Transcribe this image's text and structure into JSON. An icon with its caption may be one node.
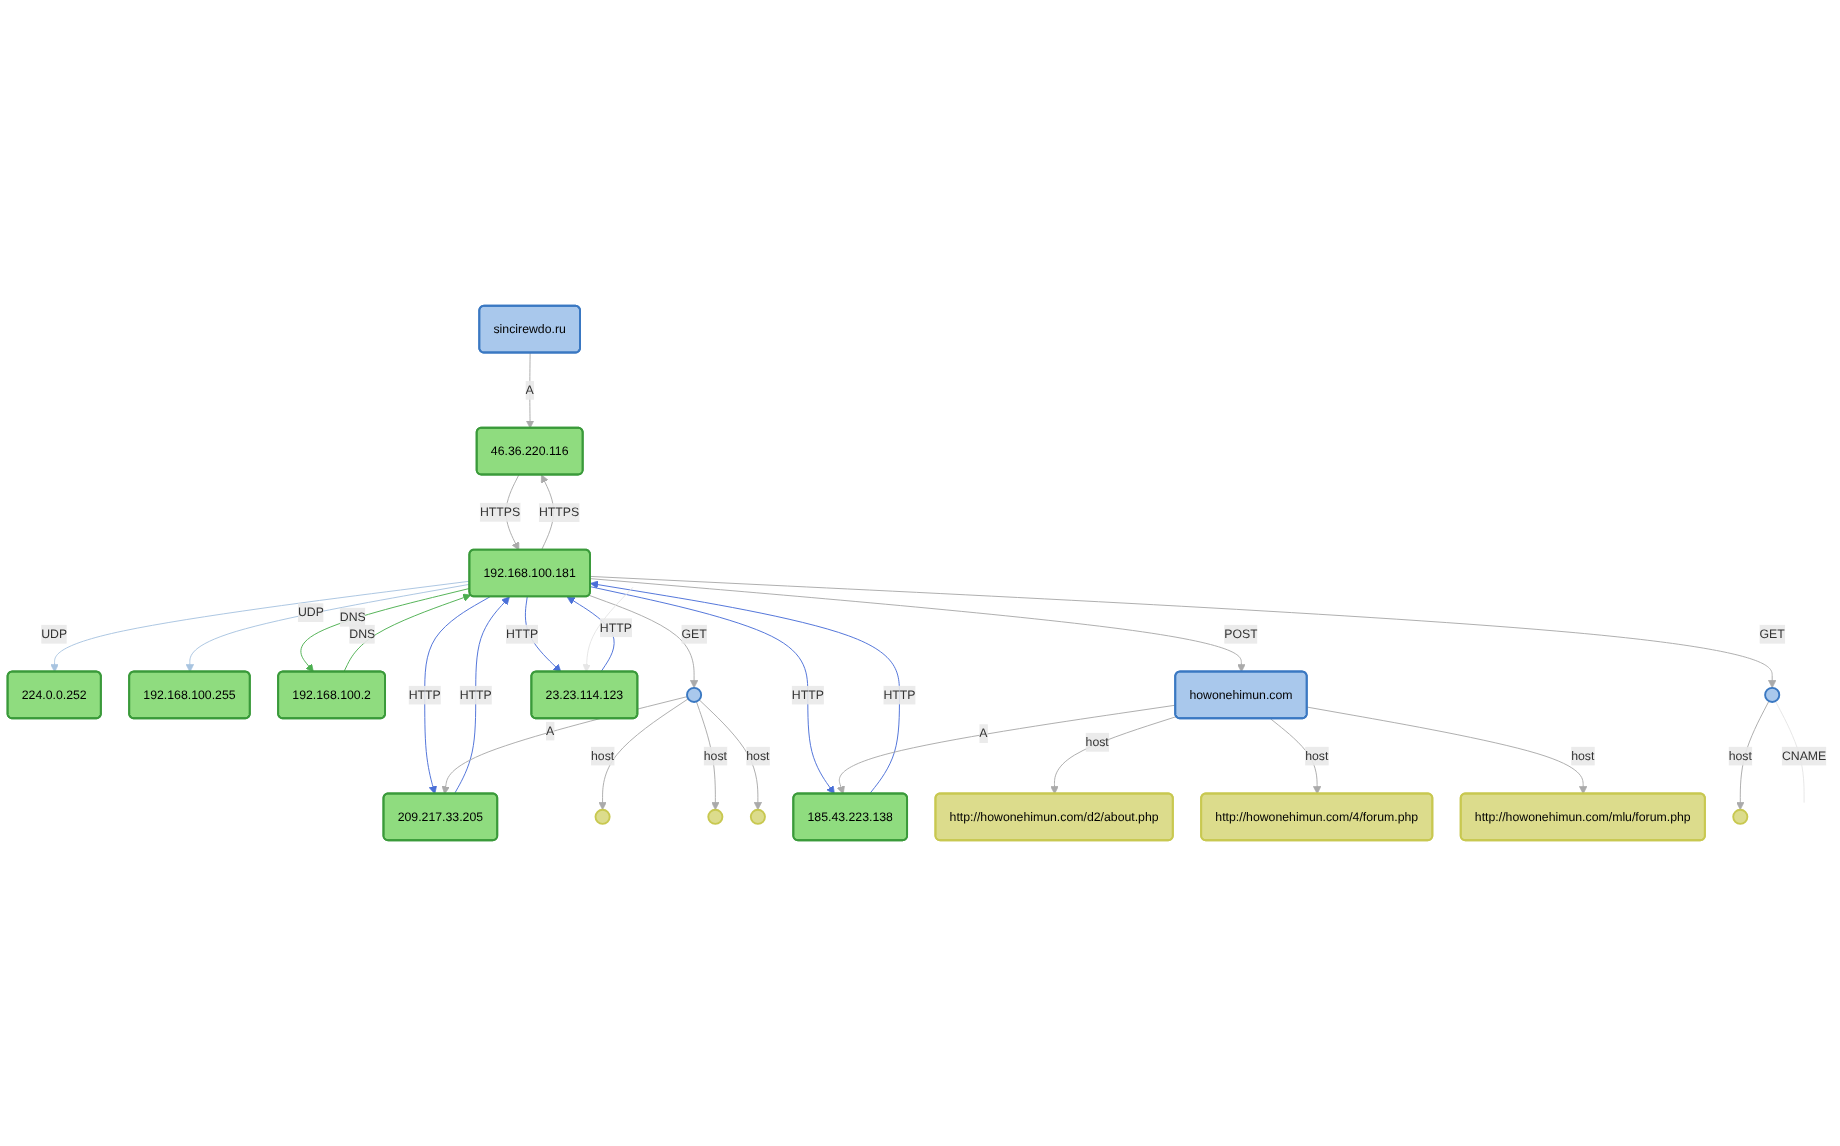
{
  "diagram": {
    "nodes": [
      {
        "text": [
          "sincirewdo.ru"
        ]
      },
      {
        "text": [],
        "shape": "circle"
      },
      {
        "text": [],
        "shape": "circle"
      },
      {
        "text": [
          "http://howonehimun.com/d2/about.php"
        ]
      },
      {
        "text": [
          "224.0.0.252"
        ]
      },
      {
        "text": [
          "46.36.220.116"
        ]
      },
      {
        "text": [
          "192.168.100.255"
        ]
      },
      {
        "text": [
          "http://howonehimun.com/4/forum.php"
        ]
      },
      {
        "text": [
          "192.168.100.2"
        ]
      },
      {
        "text": [],
        "shape": "circle"
      },
      {
        "text": [
          "howonehimun.com"
        ]
      },
      {
        "text": [
          "192.168.100.181"
        ]
      },
      {
        "text": [
          "http://howonehimun.com/mlu/forum.php"
        ]
      },
      {
        "text": [
          "209.217.33.205"
        ]
      },
      {
        "text": [],
        "shape": "circle"
      },
      {
        "text": [
          "185.43.223.138"
        ]
      },
      {
        "text": [
          "23.23.114.123"
        ]
      },
      {
        "text": [],
        "shape": "circle"
      },
      {
        "text": [],
        "shape": "circle"
      }
    ],
    "edges": [
      {
        "from": 11,
        "to": 6,
        "arrow": "to",
        "label": "UDP",
        "color": "#a8c4e0"
      },
      {
        "from": 11,
        "to": 4,
        "arrow": "to",
        "label": "UDP",
        "color": "#a8c4e0"
      },
      {
        "from": 11,
        "to": 5,
        "arrow": "to",
        "label": "HTTPS"
      },
      {
        "from": 5,
        "to": 11,
        "arrow": "to",
        "label": "HTTPS"
      },
      {
        "from": 11,
        "to": 8,
        "arrow": "to",
        "label": "DNS",
        "color": "#4caf50"
      },
      {
        "from": 8,
        "to": 11,
        "arrow": "to",
        "label": "DNS",
        "color": "#4caf50"
      },
      {
        "from": 11,
        "to": 9,
        "arrow": "to",
        "label": "GET"
      },
      {
        "from": 11,
        "to": 10,
        "arrow": "to",
        "label": "POST"
      },
      {
        "from": 11,
        "to": 13,
        "arrow": "to",
        "label": "HTTP",
        "color": "#4a6fd8"
      },
      {
        "from": 13,
        "to": 11,
        "arrow": "to",
        "label": "HTTP",
        "color": "#4a6fd8"
      },
      {
        "from": 11,
        "to": 15,
        "arrow": "to",
        "label": "HTTP",
        "color": "#4a6fd8"
      },
      {
        "from": 15,
        "to": 11,
        "arrow": "to",
        "label": "HTTP",
        "color": "#4a6fd8"
      },
      {
        "from": 11,
        "to": 16,
        "arrow": "to",
        "label": "HTTP",
        "color": "#4a6fd8"
      },
      {
        "from": 16,
        "to": 11,
        "arrow": "to",
        "label": "HTTP",
        "color": "#4a6fd8"
      },
      {
        "from": 11,
        "to": 17,
        "arrow": "to",
        "label": "GET"
      },
      {
        "from": 0,
        "to": 5,
        "arrow": "to",
        "label": "A"
      },
      {
        "from": 9,
        "to": 13,
        "arrow": "to",
        "label": "A"
      },
      {
        "from": 10,
        "to": 15,
        "arrow": "to",
        "label": "A"
      },
      {
        "from": 9,
        "to": 1,
        "arrow": "to",
        "label": "host"
      },
      {
        "from": 9,
        "to": 2,
        "arrow": "to",
        "label": "host"
      },
      {
        "from": 9,
        "to": 14,
        "arrow": "to",
        "label": "host"
      },
      {
        "from": 10,
        "to": 3,
        "arrow": "to",
        "label": "host"
      },
      {
        "from": 10,
        "to": 7,
        "arrow": "to",
        "label": "host"
      },
      {
        "from": 10,
        "to": 12,
        "arrow": "to",
        "label": "host"
      },
      {
        "from": 17,
        "to": 18,
        "arrow": "to",
        "label": "host"
      },
      {
        "from": 17,
        "to": null,
        "arrow": "none",
        "label": "CNAME",
        "color": "#e6e6e6"
      },
      {
        "from": null,
        "to": 16,
        "arrow": "to",
        "color": "#e6e6e6"
      }
    ]
  }
}
